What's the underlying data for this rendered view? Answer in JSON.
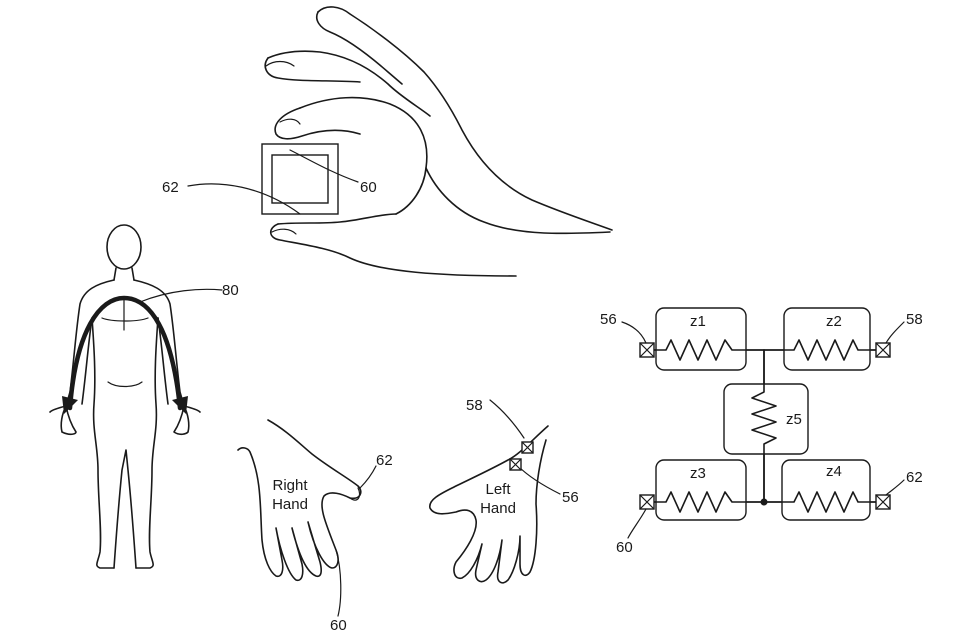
{
  "labels": {
    "ref_62_device": "62",
    "ref_60_device": "60",
    "ref_80": "80",
    "ref_58_hand": "58",
    "ref_62_hand": "62",
    "ref_56_hand": "56",
    "ref_60_hand": "60",
    "right_hand_line1": "Right",
    "right_hand_line2": "Hand",
    "left_hand_line1": "Left",
    "left_hand_line2": "Hand"
  },
  "circuit": {
    "z1": "z1",
    "z2": "z2",
    "z3": "z3",
    "z4": "z4",
    "z5": "z5",
    "terminal_56": "56",
    "terminal_58": "58",
    "terminal_60": "60",
    "terminal_62": "62"
  }
}
